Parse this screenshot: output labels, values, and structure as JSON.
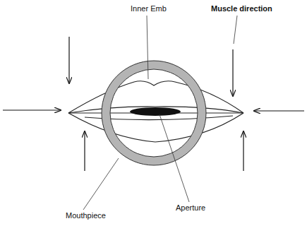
{
  "diagram": {
    "labels": [
      "Inner Emb",
      "Muscle direction",
      "Aperture",
      "Mouthpiece"
    ]
  }
}
